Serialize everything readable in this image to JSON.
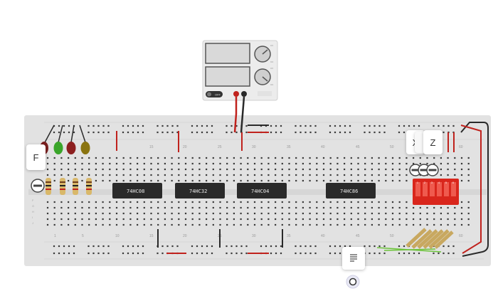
{
  "chips": [
    {
      "label": "74HC08"
    },
    {
      "label": "74HC32"
    },
    {
      "label": "74HC04"
    },
    {
      "label": "74HC86"
    }
  ],
  "breadboard": {
    "column_numbers_top": [
      "15",
      "20",
      "25",
      "30",
      "35",
      "40",
      "45",
      "50",
      "60"
    ],
    "column_numbers_bottom": [
      "1",
      "5",
      "10",
      "15",
      "20",
      "25",
      "30",
      "35",
      "40",
      "45",
      "50",
      "60"
    ],
    "row_letters": [
      "F",
      "G",
      "H",
      "I",
      "J"
    ]
  },
  "power_supply": {
    "knob1_marks": [
      "CV",
      "CC"
    ],
    "knob2_marks": [
      "CV",
      "CC"
    ],
    "switch_label": "OFF"
  },
  "probes": [
    {
      "label": "F"
    },
    {
      "label": "X"
    },
    {
      "label": "Z"
    }
  ],
  "leds": [
    {
      "color": "#7a2020"
    },
    {
      "color": "#3aa52a"
    },
    {
      "color": "#8c1f1f"
    },
    {
      "color": "#8a7410"
    }
  ],
  "dip_switch": {
    "positions": [
      "1",
      "2",
      "3",
      "4",
      "5",
      "6"
    ],
    "color": "#d9261c"
  },
  "notes_icon": "notes-icon",
  "colors": {
    "board": "#e4e4e4",
    "wire_red": "#c0221d",
    "wire_black": "#2a2a2a",
    "chip": "#2a2a2a"
  }
}
